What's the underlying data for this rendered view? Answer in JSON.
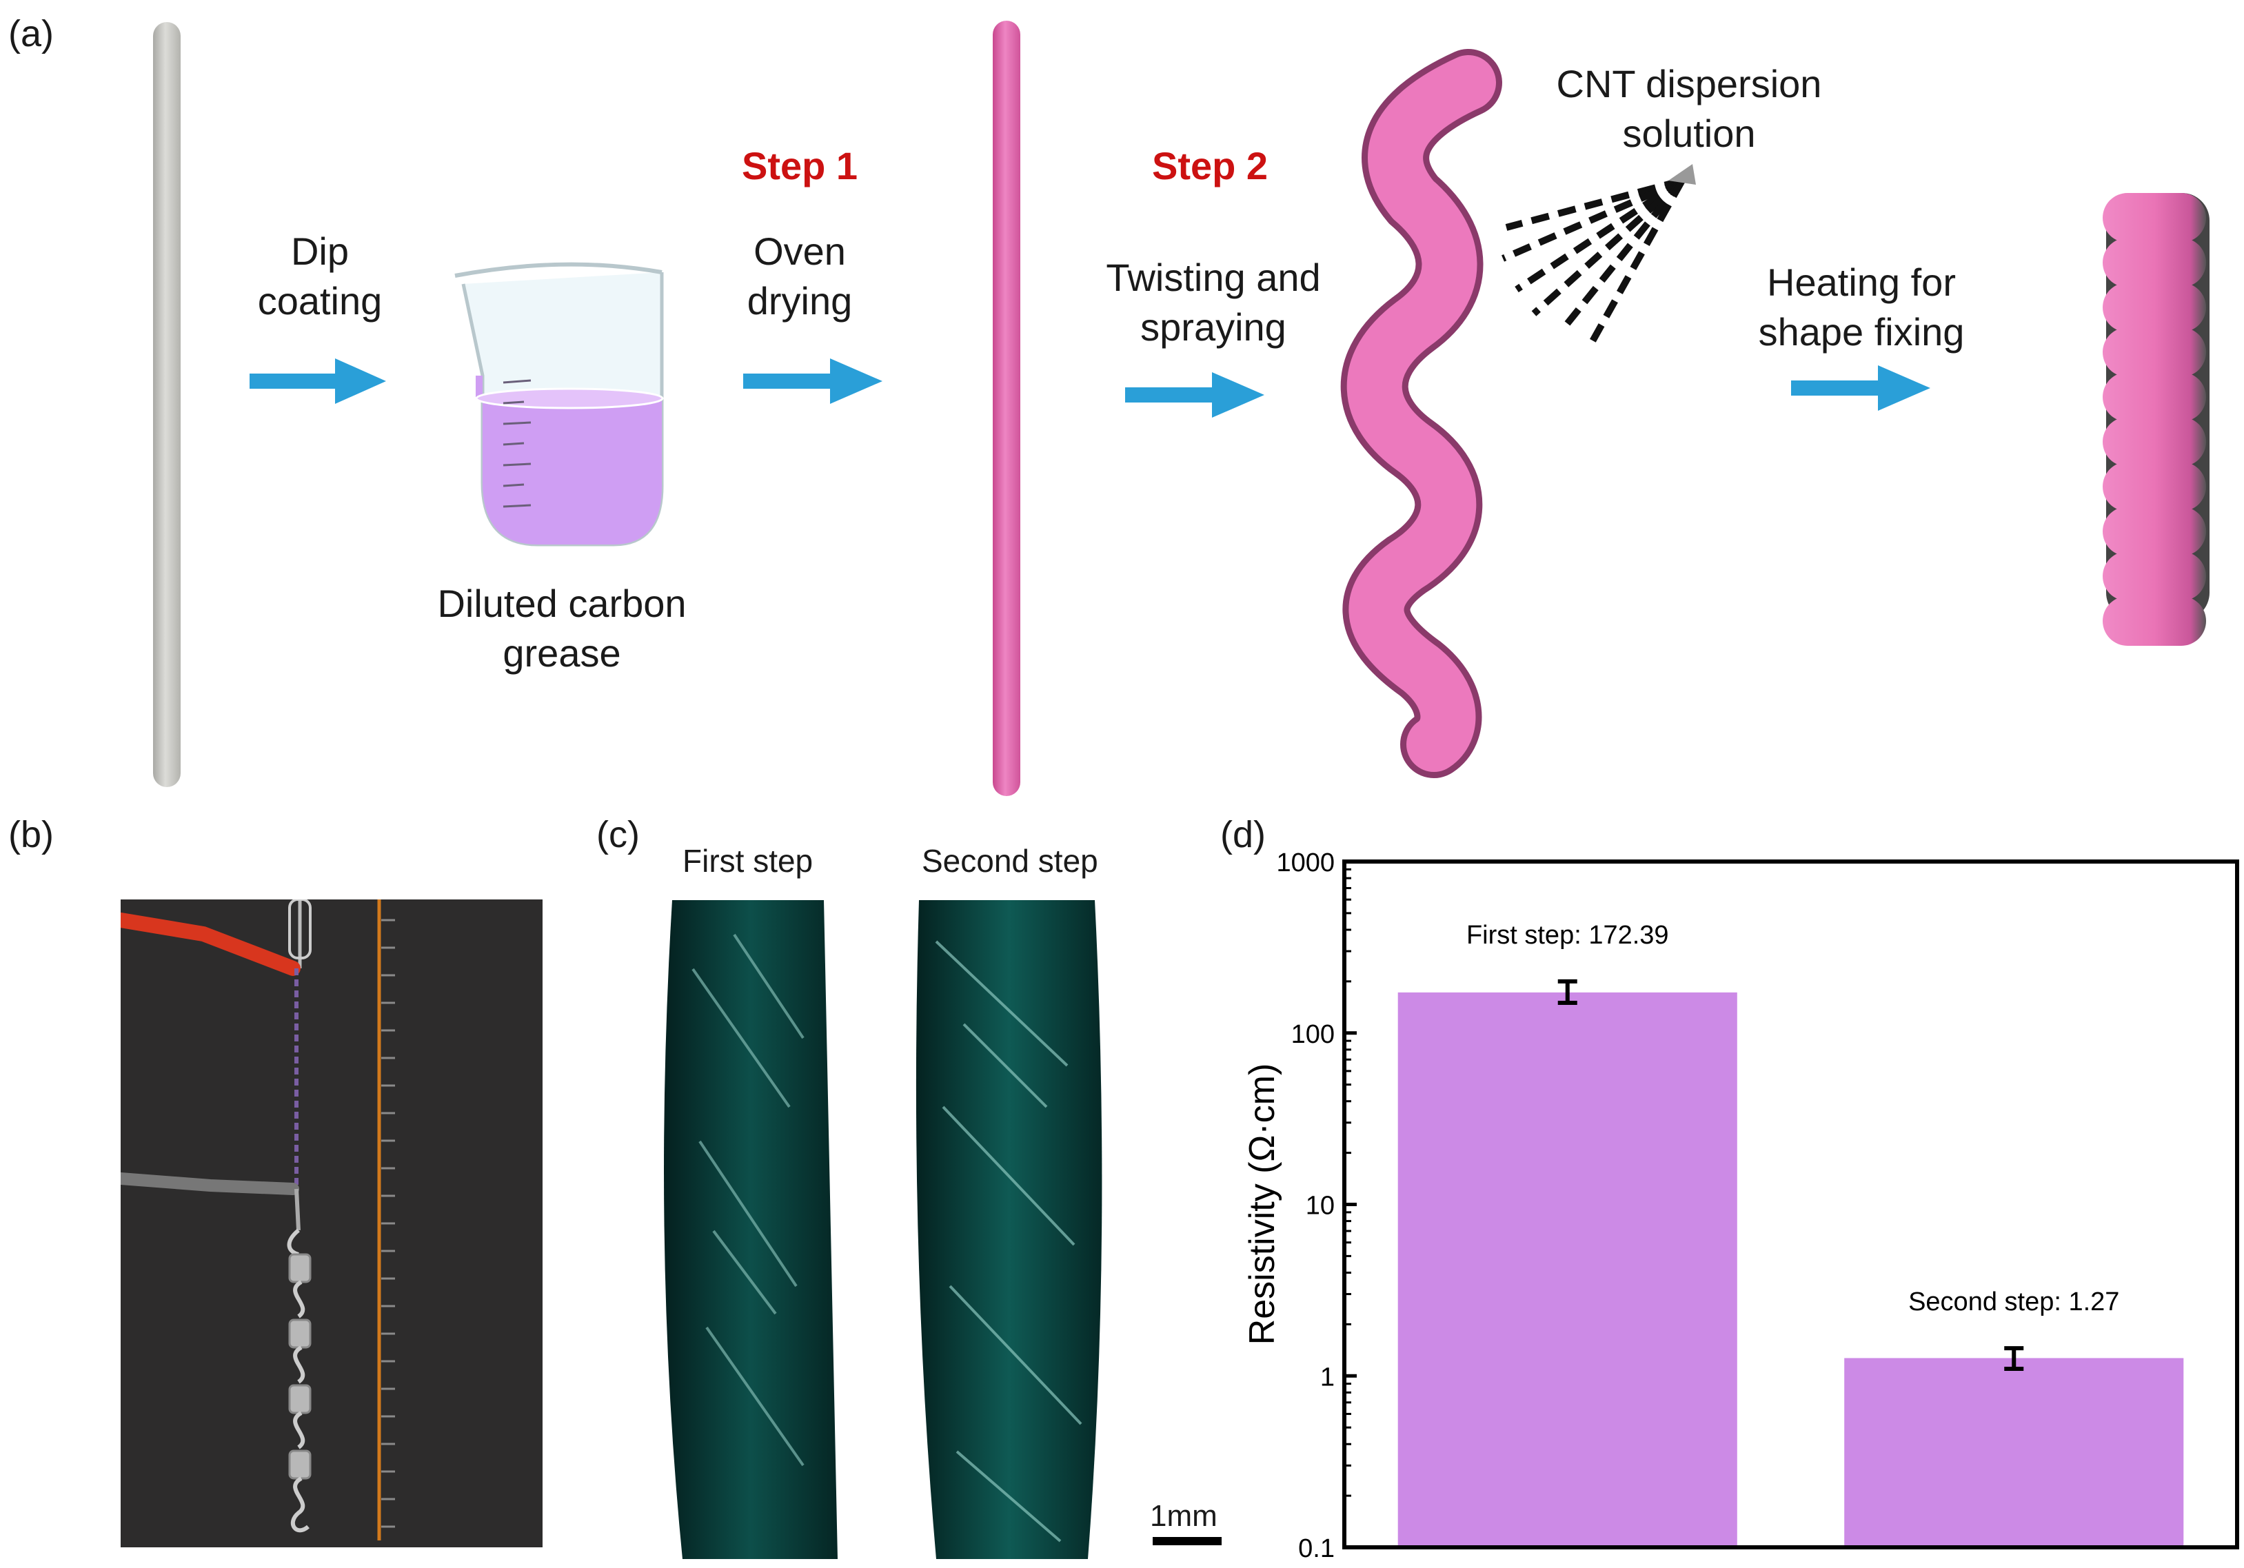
{
  "panels": {
    "a": {
      "label": "(a)",
      "dip": "Dip\ncoating",
      "grease": "Diluted carbon\ngrease",
      "step1_title": "Step 1",
      "step1_text": "Oven\ndrying",
      "step2_title": "Step 2",
      "step2_text": "Twisting and\nspraying",
      "cnt": "CNT dispersion\nsolution",
      "heating": "Heating for\nshape fixing"
    },
    "b": {
      "label": "(b)"
    },
    "c": {
      "label": "(c)",
      "first": "First step",
      "second": "Second step",
      "scale": "1mm"
    },
    "d": {
      "label": "(d)"
    }
  },
  "colors": {
    "arrow": "#2a9fd8",
    "rod_gray": "#c9c9c5",
    "rod_pink": "#e06cb0",
    "bar": "#cc8ae6",
    "step_red": "#cc1111",
    "liquid": "#cf9ef3"
  },
  "chart_data": {
    "type": "bar",
    "categories": [
      "First step",
      "Second step"
    ],
    "values": [
      172.39,
      1.27
    ],
    "errors": [
      [
        150,
        200
      ],
      [
        1.1,
        1.45
      ]
    ],
    "data_labels": [
      "First step: 172.39",
      "Second step: 1.27"
    ],
    "ylabel": "Resistivity (Ω·cm)",
    "yscale": "log",
    "ylim": [
      0.1,
      1000
    ],
    "yticks": [
      "0.1",
      "1",
      "10",
      "100",
      "1000"
    ],
    "ytick_values": [
      0.1,
      1,
      10,
      100,
      1000
    ],
    "grid": false
  }
}
